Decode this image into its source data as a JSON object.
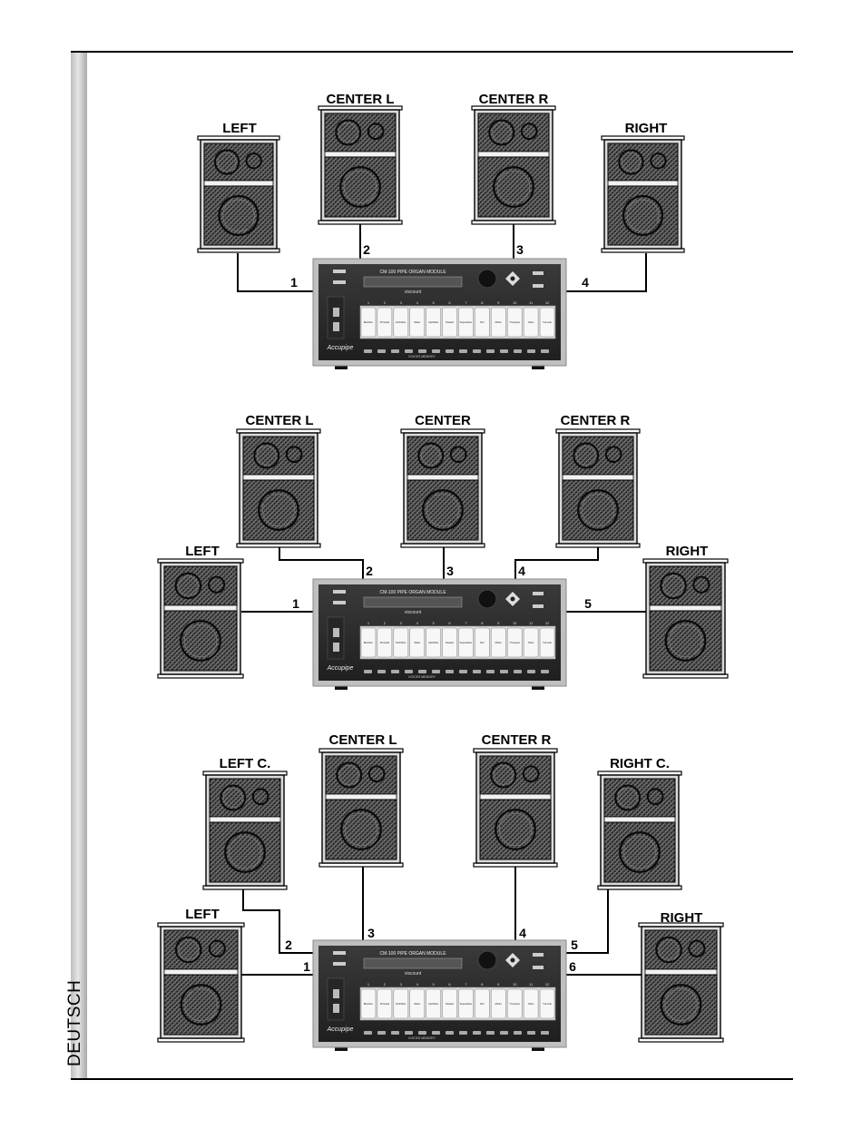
{
  "sidebar": {
    "label": "DEUTSCH"
  },
  "device": {
    "model": "CM-100",
    "subtitle": "PIPE ORGAN MODULE",
    "brand": "viscount",
    "logo": "Accupipe",
    "bottom_label": "VOICES MEMORY",
    "numbers": [
      "1",
      "2",
      "3",
      "4",
      "5",
      "6",
      "7",
      "8",
      "9",
      "10",
      "11",
      "12"
    ],
    "stops": [
      "Bourdon",
      "Principal",
      "Rohrflote",
      "Oktav",
      "Spitzflote",
      "Nasard",
      "Superoktav",
      "Terz",
      "Mixtur",
      "Trompete",
      "Oboe",
      "Tremolo"
    ]
  },
  "diagrams": [
    {
      "speakers": [
        {
          "label": "LEFT"
        },
        {
          "label": "CENTER L"
        },
        {
          "label": "CENTER R"
        },
        {
          "label": "RIGHT"
        }
      ],
      "channels": [
        "1",
        "2",
        "3",
        "4"
      ]
    },
    {
      "speakers": [
        {
          "label": "CENTER L"
        },
        {
          "label": "CENTER"
        },
        {
          "label": "CENTER R"
        },
        {
          "label": "LEFT"
        },
        {
          "label": "RIGHT"
        }
      ],
      "channels": [
        "1",
        "2",
        "3",
        "4",
        "5"
      ]
    },
    {
      "speakers": [
        {
          "label": "LEFT C."
        },
        {
          "label": "CENTER L"
        },
        {
          "label": "CENTER R"
        },
        {
          "label": "RIGHT C."
        },
        {
          "label": "LEFT"
        },
        {
          "label": "RIGHT"
        }
      ],
      "channels": [
        "1",
        "2",
        "3",
        "4",
        "5",
        "6"
      ]
    }
  ]
}
